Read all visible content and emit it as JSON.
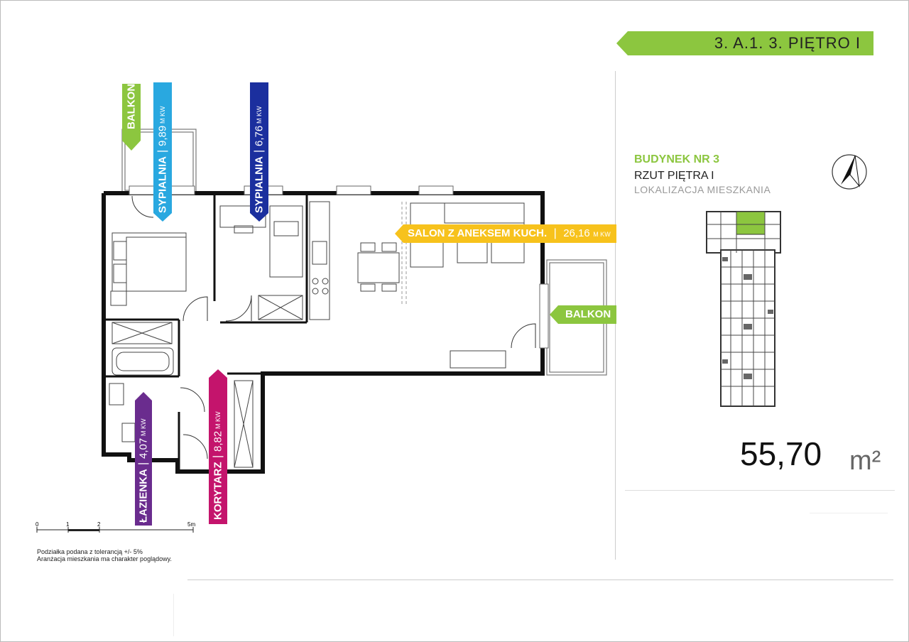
{
  "header": {
    "unit_label": "3. A.1.  3.  PIĘTRO I",
    "accent_color": "#8cc63f"
  },
  "building": {
    "title": "BUDYNEK NR 3",
    "floor": "RZUT PIĘTRA I",
    "location_caption": "LOKALIZACJA MIESZKANIA"
  },
  "total_area": {
    "value": "55,70",
    "unit": "m²"
  },
  "rooms": {
    "balcony_north": {
      "name": "BALKON",
      "color": "#8cc63f"
    },
    "bedroom1": {
      "name": "SYPIALNIA",
      "sep": "|",
      "area": "9,89",
      "unit": "M KW",
      "color": "#29a8e0"
    },
    "bedroom2": {
      "name": "SYPIALNIA",
      "sep": "|",
      "area": "6,76",
      "unit": "M KW",
      "color": "#1b2f9e"
    },
    "living": {
      "name": "SALON Z ANEKSEM KUCH.",
      "sep": "|",
      "area": "26,16",
      "unit": "M KW",
      "color": "#f7c21c"
    },
    "balcony_east": {
      "name": "BALKON",
      "color": "#8cc63f"
    },
    "bathroom": {
      "name": "ŁAZIENKA",
      "sep": "|",
      "area": "4,07",
      "unit": "M KW",
      "color": "#6a2c8e"
    },
    "corridor": {
      "name": "KORYTARZ",
      "sep": "|",
      "area": "8,82",
      "unit": "M KW",
      "color": "#c4146c"
    }
  },
  "scale": {
    "ticks": [
      "0",
      "1",
      "2",
      "5m"
    ]
  },
  "notes": [
    "Podziałka podana z tolerancją +/- 5%",
    "Aranżacja mieszkania ma charakter poglądowy."
  ],
  "icons": {
    "compass": "north-arrow-icon"
  }
}
